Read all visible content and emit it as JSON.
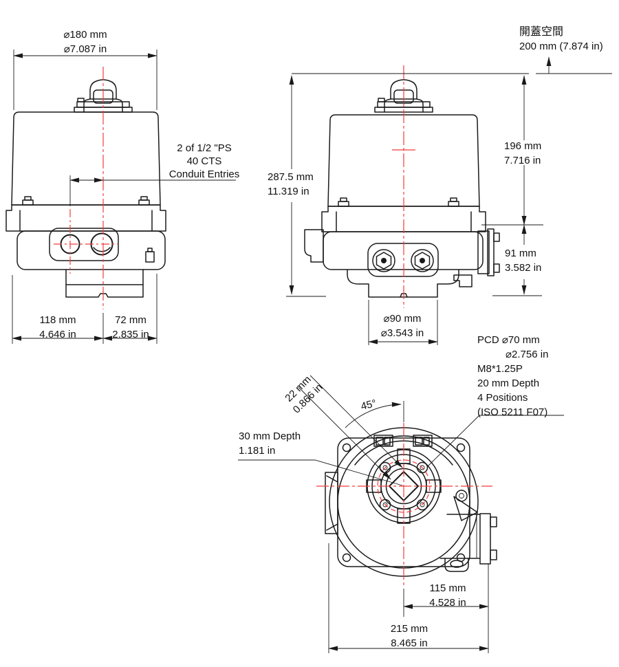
{
  "front": {
    "width_mm": "⌀180 mm",
    "width_in": "⌀7.087 in",
    "conduit_l1": "2 of 1/2 \"PS",
    "conduit_l2": "40 CTS",
    "conduit_l3": "Conduit Entries",
    "left_mm": "118 mm",
    "left_in": "4.646 in",
    "right_mm": "72 mm",
    "right_in": "2.835 in"
  },
  "side": {
    "clearance_title": "開蓋空間",
    "clearance_value": "200 mm (7.874 in)",
    "height_mm": "287.5 mm",
    "height_in": "11.319 in",
    "upper_mm": "196 mm",
    "upper_in": "7.716 in",
    "lower_mm": "91 mm",
    "lower_in": "3.582 in",
    "base_mm": "⌀90 mm",
    "base_in": "⌀3.543 in"
  },
  "bottom": {
    "pcd_l1": "PCD ⌀70 mm",
    "pcd_l2": "⌀2.756 in",
    "pcd_l3": "M8*1.25P",
    "pcd_l4": "20 mm Depth",
    "pcd_l5": "4 Positions",
    "pcd_l6": "(ISO 5211 F07)",
    "square_mm": "22 mm",
    "square_in": "0.866 in",
    "angle": "45°",
    "depth_l1": "30 mm Depth",
    "depth_l2": "1.181 in",
    "half_mm": "115 mm",
    "half_in": "4.528 in",
    "full_mm": "215 mm",
    "full_in": "8.465 in"
  },
  "colors": {
    "line": "#1a1a1a",
    "centerline": "#f53b3b"
  }
}
